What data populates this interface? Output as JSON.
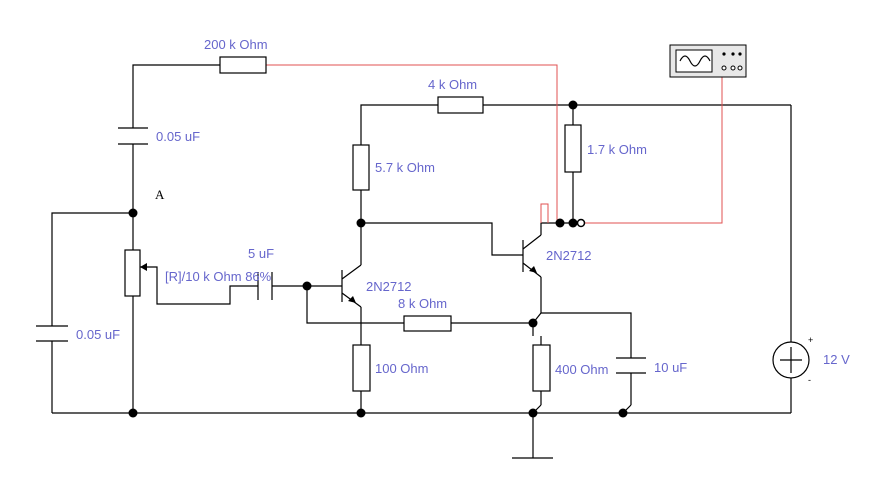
{
  "colors": {
    "wire": "#000000",
    "probe_wire": "#e05050",
    "label": "#6666cc"
  },
  "components": {
    "r_feedback": "200 k Ohm",
    "c_top": "0.05 uF",
    "node_a": "A",
    "c_left": "0.05 uF",
    "pot": "[R]/10 k Ohm 86%",
    "c_coupling": "5 uF",
    "r_4k": "4 k Ohm",
    "r_5k7": "5.7 k Ohm",
    "r_1k7": "1.7 k Ohm",
    "q1": "2N2712",
    "q2": "2N2712",
    "r_8k": "8 k Ohm",
    "r_100": "100  Ohm",
    "r_400": "400  Ohm",
    "c_10u": "10 uF",
    "battery": "12 V",
    "battery_plus": "+",
    "battery_minus": "-"
  },
  "icons": {
    "oscilloscope": "oscilloscope-icon",
    "ground": "ground-symbol"
  }
}
